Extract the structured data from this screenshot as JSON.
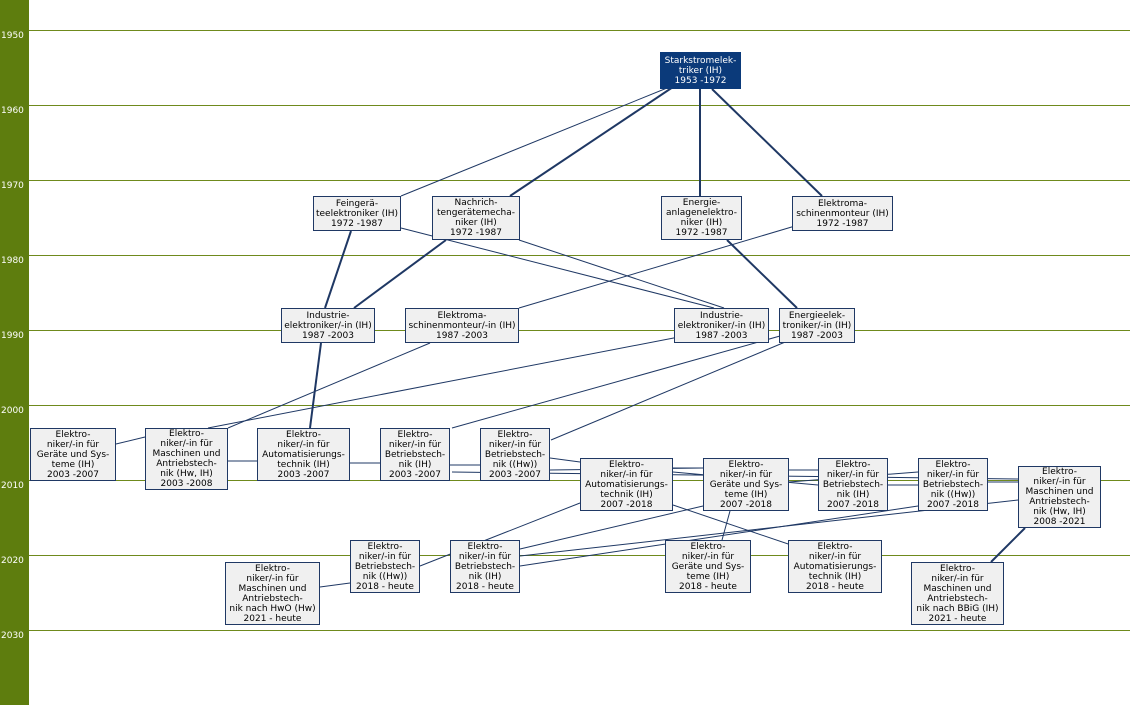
{
  "colors": {
    "sidebar": "#5e7d0e",
    "gridline": "#6f8a1d",
    "link": "#1f3864",
    "root_fill": "#0b3a7a",
    "node_fill": "#f0f0f0"
  },
  "years": [
    "1950",
    "1960",
    "1970",
    "1980",
    "1990",
    "2000",
    "2010",
    "2020",
    "2030"
  ],
  "nodes": [
    {
      "id": "starkstrom",
      "lines": [
        "Starkstromelek-",
        "triker (IH)",
        "1953 -1972"
      ],
      "root": true
    },
    {
      "id": "feingeraete",
      "lines": [
        "Feingerä-",
        "teelektroniker (IH)",
        "1972 -1987"
      ]
    },
    {
      "id": "nachrichten",
      "lines": [
        "Nachrich-",
        "tengerätemecha-",
        "niker (IH)",
        "1972 -1987"
      ]
    },
    {
      "id": "energieanlagen",
      "lines": [
        "Energie-",
        "anlagenelektro-",
        "niker (IH)",
        "1972 -1987"
      ]
    },
    {
      "id": "elektromaschinen1972",
      "lines": [
        "Elektroma-",
        "schinenmonteur (IH)",
        "1972 -1987"
      ]
    },
    {
      "id": "industrie_a",
      "lines": [
        "Industrie-",
        "elektroniker/-in (IH)",
        "1987 -2003"
      ]
    },
    {
      "id": "elektromaschinen1987",
      "lines": [
        "Elektroma-",
        "schinenmonteur/-in (IH)",
        "1987 -2003"
      ]
    },
    {
      "id": "industrie_b",
      "lines": [
        "Industrie-",
        "elektroniker/-in (IH)",
        "1987 -2003"
      ]
    },
    {
      "id": "energieelek",
      "lines": [
        "Energieelek-",
        "troniker/-in (IH)",
        "1987 -2003"
      ]
    },
    {
      "id": "geraete2003",
      "lines": [
        "Elektro-",
        "niker/-in für",
        "Geräte und Sys-",
        "teme (IH)",
        "2003 -2007"
      ]
    },
    {
      "id": "maschinen2003",
      "lines": [
        "Elektro-",
        "niker/-in für",
        "Maschinen und",
        "Antriebstech-",
        "nik (Hw, IH)",
        "2003 -2008"
      ]
    },
    {
      "id": "automat2003",
      "lines": [
        "Elektro-",
        "niker/-in für",
        "Automatisierungs-",
        "technik (IH)",
        "2003 -2007"
      ]
    },
    {
      "id": "betrieb_ih2003",
      "lines": [
        "Elektro-",
        "niker/-in für",
        "Betriebstech-",
        "nik (IH)",
        "2003 -2007"
      ]
    },
    {
      "id": "betrieb_hw2003",
      "lines": [
        "Elektro-",
        "niker/-in für",
        "Betriebstech-",
        "nik ((Hw))",
        "2003 -2007"
      ]
    },
    {
      "id": "automat2007",
      "lines": [
        "Elektro-",
        "niker/-in für",
        "Automatisierungs-",
        "technik (IH)",
        "2007 -2018"
      ]
    },
    {
      "id": "geraete2007",
      "lines": [
        "Elektro-",
        "niker/-in für",
        "Geräte und Sys-",
        "teme (IH)",
        "2007 -2018"
      ]
    },
    {
      "id": "betrieb_ih2007",
      "lines": [
        "Elektro-",
        "niker/-in für",
        "Betriebstech-",
        "nik (IH)",
        "2007 -2018"
      ]
    },
    {
      "id": "betrieb_hw2007",
      "lines": [
        "Elektro-",
        "niker/-in für",
        "Betriebstech-",
        "nik ((Hw))",
        "2007 -2018"
      ]
    },
    {
      "id": "maschinen2008",
      "lines": [
        "Elektro-",
        "niker/-in für",
        "Maschinen und",
        "Antriebstech-",
        "nik (Hw, IH)",
        "2008 -2021"
      ]
    },
    {
      "id": "betrieb_hw2018",
      "lines": [
        "Elektro-",
        "niker/-in  für",
        "Betriebstech-",
        "nik ((Hw))",
        "2018 - heute"
      ]
    },
    {
      "id": "betrieb_ih2018",
      "lines": [
        "Elektro-",
        "niker/-in  für",
        "Betriebstech-",
        "nik (IH)",
        "2018 - heute"
      ]
    },
    {
      "id": "geraete2018",
      "lines": [
        "Elektro-",
        "niker/-in  für",
        "Geräte und Sys-",
        "teme (IH)",
        "2018 - heute"
      ]
    },
    {
      "id": "automat2018",
      "lines": [
        "Elektro-",
        "niker/-in für",
        "Automatisierungs-",
        "technik (IH)",
        "2018 - heute"
      ]
    },
    {
      "id": "maschinen_hwo",
      "lines": [
        "Elektro-",
        "niker/-in für",
        "Maschinen und",
        "Antriebstech-",
        "nik nach HwO (Hw)",
        "2021 - heute"
      ]
    },
    {
      "id": "maschinen_bbig",
      "lines": [
        "Elektro-",
        "niker/-in für",
        "Maschinen und",
        "Antriebstech-",
        "nik nach BBiG (IH)",
        "2021 - heute"
      ]
    }
  ]
}
